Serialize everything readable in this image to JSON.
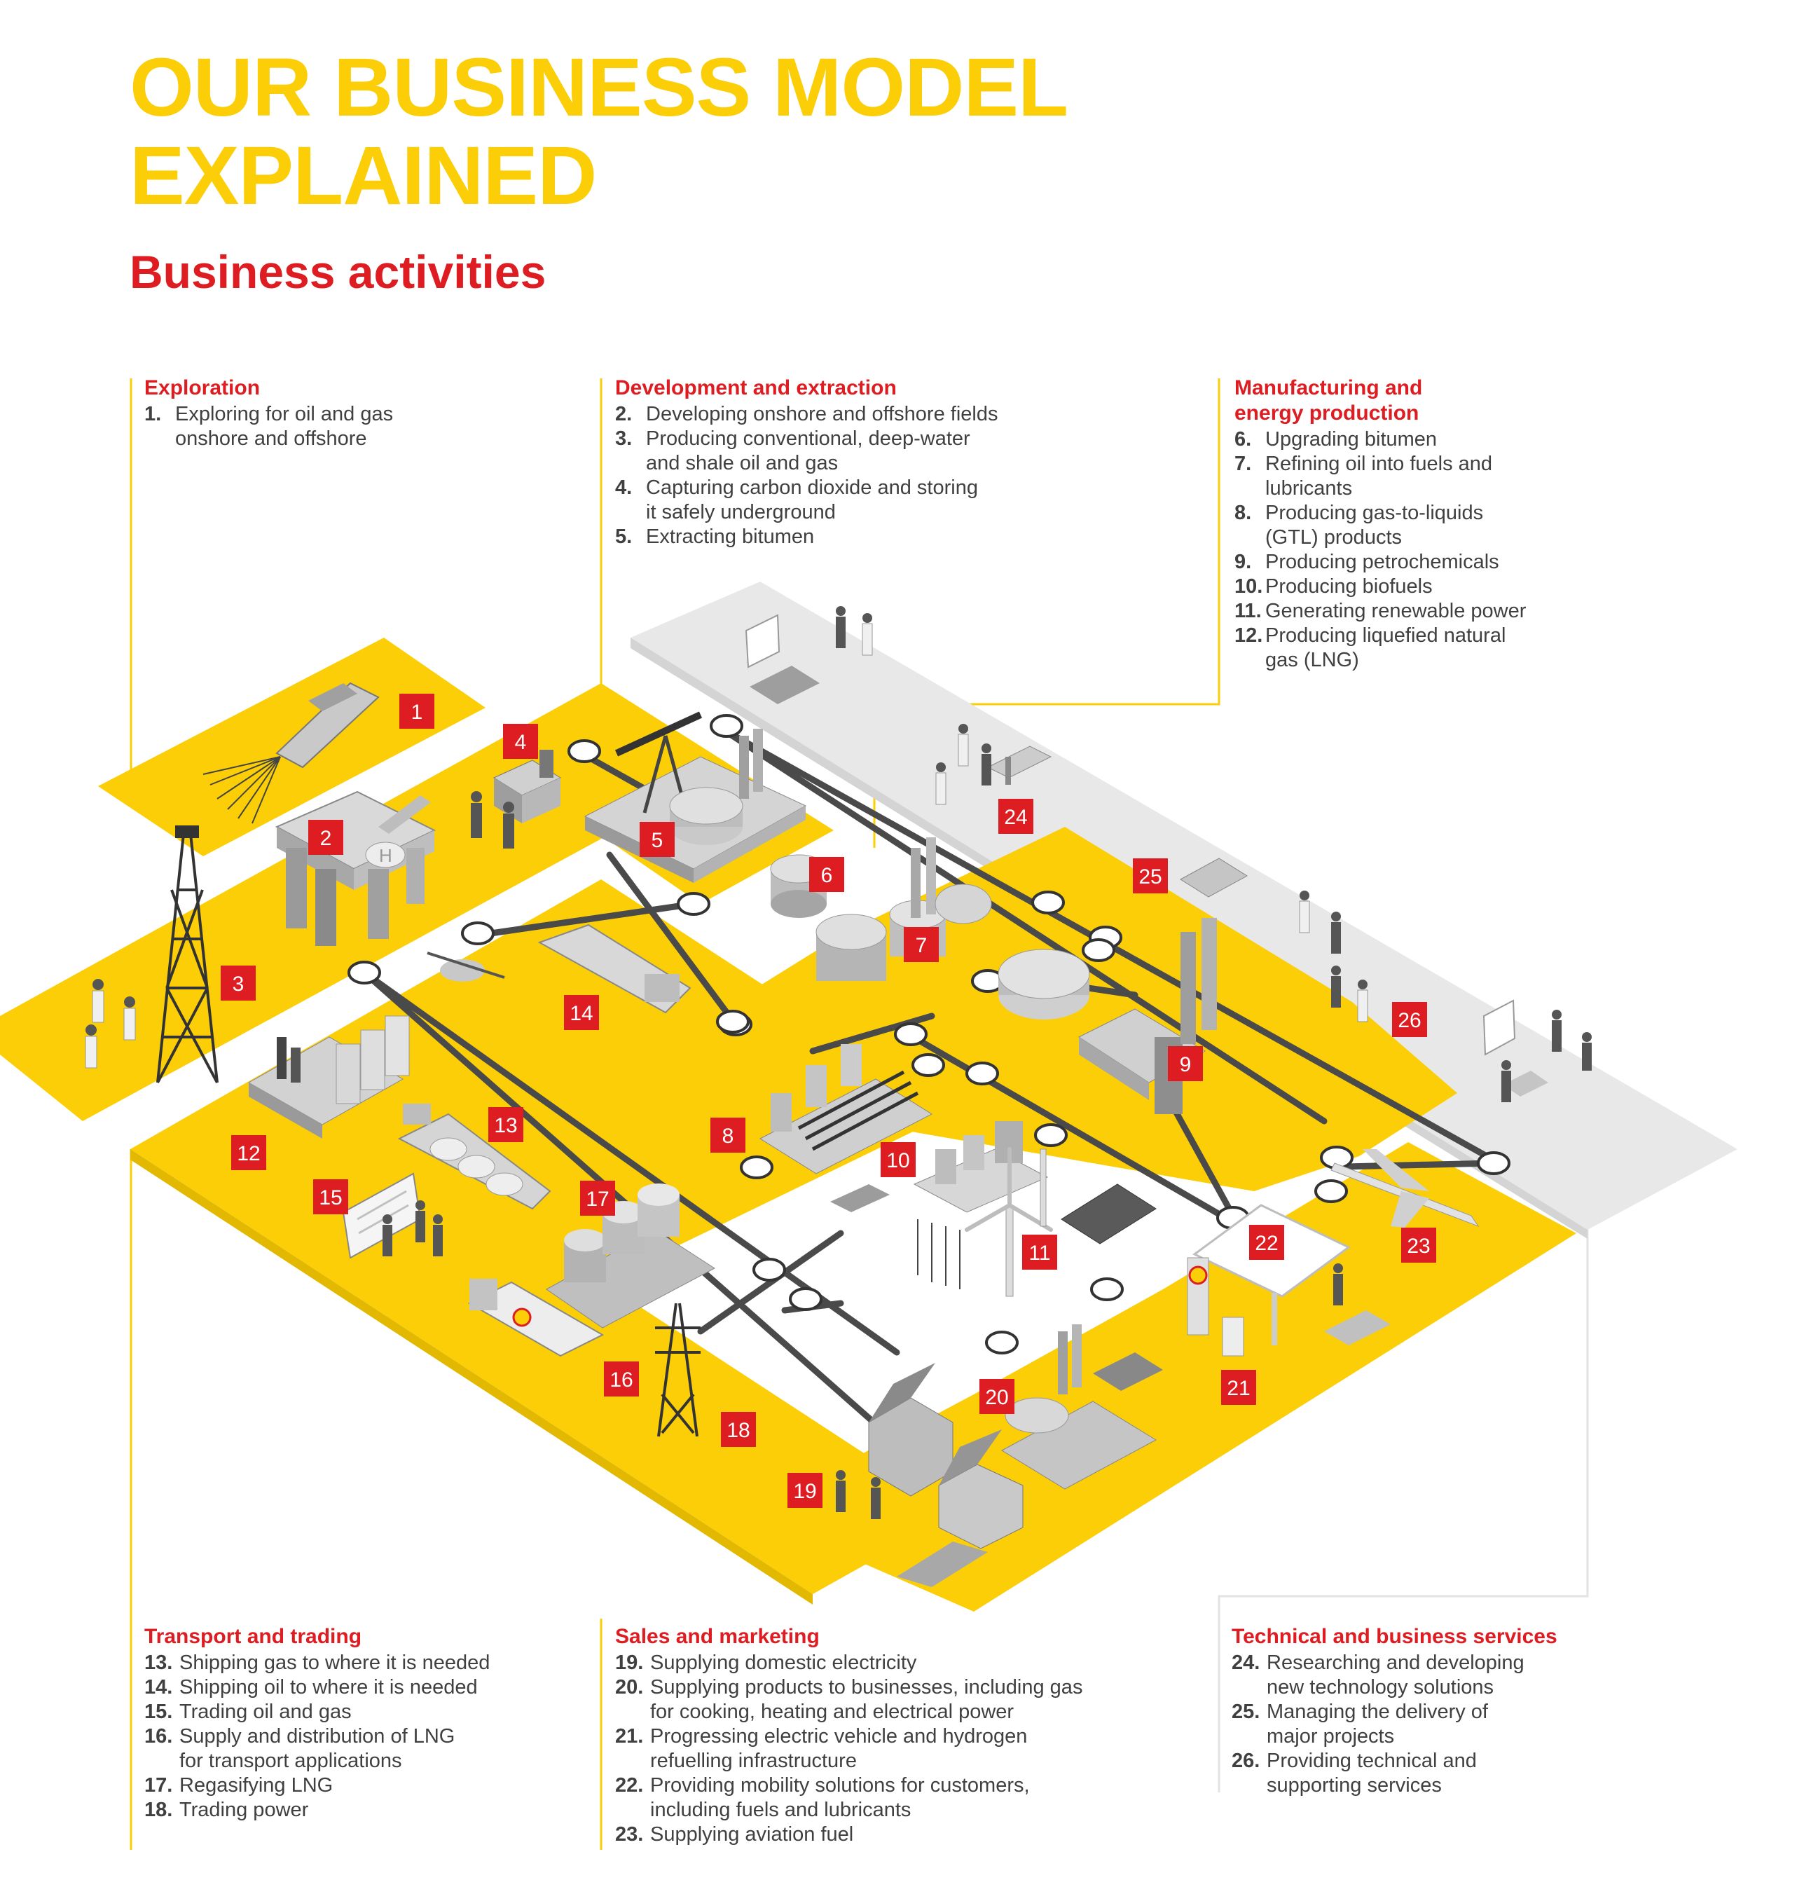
{
  "title_lines": [
    "OUR BUSINESS MODEL",
    "EXPLAINED"
  ],
  "subtitle": "Business activities",
  "colors": {
    "yellow": "#FBCE07",
    "red": "#DD1D21",
    "grey_platform": "#E8E8E8",
    "pipe": "#4A4A4A",
    "text": "#404040"
  },
  "panels": [
    {
      "id": "exploration",
      "heading": [
        "Exploration"
      ],
      "items": [
        {
          "num": "1.",
          "lines": [
            "Exploring for oil and gas",
            "onshore and offshore"
          ]
        }
      ]
    },
    {
      "id": "development",
      "heading": [
        "Development and extraction"
      ],
      "items": [
        {
          "num": "2.",
          "lines": [
            "Developing onshore and offshore fields"
          ]
        },
        {
          "num": "3.",
          "lines": [
            "Producing conventional, deep-water",
            "and shale oil and gas"
          ]
        },
        {
          "num": "4.",
          "lines": [
            "Capturing carbon dioxide and storing",
            "it safely underground"
          ]
        },
        {
          "num": "5.",
          "lines": [
            "Extracting bitumen"
          ]
        }
      ]
    },
    {
      "id": "manufacturing",
      "heading": [
        "Manufacturing and",
        "energy production"
      ],
      "items": [
        {
          "num": "6.",
          "lines": [
            "Upgrading bitumen"
          ]
        },
        {
          "num": "7.",
          "lines": [
            "Refining oil into fuels and",
            "lubricants"
          ]
        },
        {
          "num": "8.",
          "lines": [
            "Producing gas-to-liquids",
            "(GTL) products"
          ]
        },
        {
          "num": "9.",
          "lines": [
            "Producing petrochemicals"
          ]
        },
        {
          "num": "10.",
          "lines": [
            "Producing biofuels"
          ]
        },
        {
          "num": "11.",
          "lines": [
            "Generating renewable power"
          ]
        },
        {
          "num": "12.",
          "lines": [
            "Producing liquefied natural",
            "gas (LNG)"
          ]
        }
      ]
    },
    {
      "id": "transport",
      "heading": [
        "Transport and trading"
      ],
      "items": [
        {
          "num": "13.",
          "lines": [
            "Shipping gas to where it is needed"
          ]
        },
        {
          "num": "14.",
          "lines": [
            "Shipping oil to where it is needed"
          ]
        },
        {
          "num": "15.",
          "lines": [
            "Trading oil and gas"
          ]
        },
        {
          "num": "16.",
          "lines": [
            "Supply and distribution of LNG",
            "for transport applications"
          ]
        },
        {
          "num": "17.",
          "lines": [
            "Regasifying LNG"
          ]
        },
        {
          "num": "18.",
          "lines": [
            "Trading power"
          ]
        }
      ]
    },
    {
      "id": "sales",
      "heading": [
        "Sales and marketing"
      ],
      "items": [
        {
          "num": "19.",
          "lines": [
            "Supplying domestic electricity"
          ]
        },
        {
          "num": "20.",
          "lines": [
            "Supplying products to businesses, including gas",
            "for cooking, heating and electrical power"
          ]
        },
        {
          "num": "21.",
          "lines": [
            "Progressing electric vehicle and hydrogen",
            "refuelling infrastructure"
          ]
        },
        {
          "num": "22.",
          "lines": [
            "Providing mobility solutions for customers,",
            "including fuels and lubricants"
          ]
        },
        {
          "num": "23.",
          "lines": [
            "Supplying aviation fuel"
          ]
        }
      ]
    },
    {
      "id": "technical",
      "heading": [
        "Technical and business services"
      ],
      "items": [
        {
          "num": "24.",
          "lines": [
            "Researching and developing",
            "new technology solutions"
          ]
        },
        {
          "num": "25.",
          "lines": [
            "Managing the delivery of",
            "major projects"
          ]
        },
        {
          "num": "26.",
          "lines": [
            "Providing technical and",
            "supporting services"
          ]
        }
      ]
    }
  ],
  "badges": [
    "1",
    "2",
    "3",
    "4",
    "5",
    "6",
    "7",
    "8",
    "9",
    "10",
    "11",
    "12",
    "13",
    "14",
    "15",
    "16",
    "17",
    "18",
    "19",
    "20",
    "21",
    "22",
    "23",
    "24",
    "25",
    "26"
  ],
  "icons": [
    "survey-ship-icon",
    "offshore-platform-icon",
    "drilling-rig-icon",
    "ccs-unit-icon",
    "pumpjack-icon",
    "storage-tank-icon",
    "refinery-icon",
    "gtl-plant-icon",
    "petrochemical-plant-icon",
    "biofuel-plant-icon",
    "wind-turbine-icon",
    "lng-plant-icon",
    "lng-carrier-icon",
    "oil-tanker-icon",
    "trading-board-icon",
    "lng-truck-icon",
    "regas-tank-icon",
    "pylon-icon",
    "house-icon",
    "business-factory-icon",
    "ev-charger-icon",
    "fuel-station-icon",
    "airplane-icon",
    "lab-icon",
    "project-office-icon",
    "presentation-icon",
    "helicopter-icon",
    "people-icon"
  ]
}
